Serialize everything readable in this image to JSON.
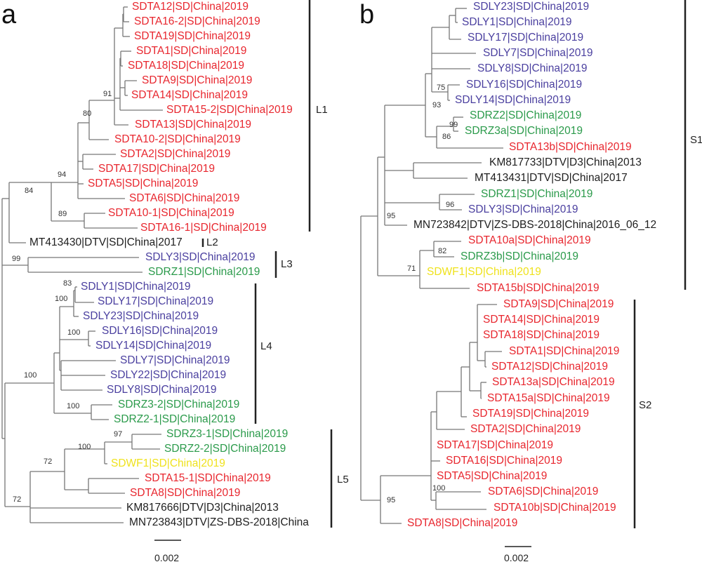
{
  "colors": {
    "SDTA": "#e8262e",
    "SDLY": "#4a3f9f",
    "SDRZ": "#2a9a4a",
    "SDWF": "#efe21c",
    "ref": "#1e1e1e"
  },
  "panel_a": {
    "letter": "a",
    "leaves": [
      {
        "label": "SDTA12|SD|China|2019",
        "group": "SDTA"
      },
      {
        "label": "SDTA16-2|SD|China|2019",
        "group": "SDTA"
      },
      {
        "label": "SDTA19|SD|China|2019",
        "group": "SDTA"
      },
      {
        "label": "SDTA1|SD|China|2019",
        "group": "SDTA"
      },
      {
        "label": "SDTA18|SD|China|2019",
        "group": "SDTA"
      },
      {
        "label": "SDTA9|SD|China|2019",
        "group": "SDTA"
      },
      {
        "label": "SDTA14|SD|China|2019",
        "group": "SDTA"
      },
      {
        "label": "SDTA15-2|SD|China|2019",
        "group": "SDTA"
      },
      {
        "label": "SDTA13|SD|China|2019",
        "group": "SDTA"
      },
      {
        "label": "SDTA10-2|SD|China|2019",
        "group": "SDTA"
      },
      {
        "label": "SDTA2|SD|China|2019",
        "group": "SDTA"
      },
      {
        "label": "SDTA17|SD|China|2019",
        "group": "SDTA"
      },
      {
        "label": "SDTA5|SD|China|2019",
        "group": "SDTA"
      },
      {
        "label": "SDTA6|SD|China|2019",
        "group": "SDTA"
      },
      {
        "label": "SDTA10-1|SD|China|2019",
        "group": "SDTA"
      },
      {
        "label": "SDTA16-1|SD|China|2019",
        "group": "SDTA"
      },
      {
        "label": "MT413430|DTV|SD|China|2017",
        "group": "ref"
      },
      {
        "label": "SDLY3|SD|China|2019",
        "group": "SDLY"
      },
      {
        "label": "SDRZ1|SD|China|2019",
        "group": "SDRZ"
      },
      {
        "label": "SDLY1|SD|China|2019",
        "group": "SDLY"
      },
      {
        "label": "SDLY17|SD|China|2019",
        "group": "SDLY"
      },
      {
        "label": "SDLY23|SD|China|2019",
        "group": "SDLY"
      },
      {
        "label": "SDLY16|SD|China|2019",
        "group": "SDLY"
      },
      {
        "label": "SDLY14|SD|China|2019",
        "group": "SDLY"
      },
      {
        "label": "SDLY7|SD|China|2019",
        "group": "SDLY"
      },
      {
        "label": "SDLY22|SD|China|2019",
        "group": "SDLY"
      },
      {
        "label": "SDLY8|SD|China|2019",
        "group": "SDLY"
      },
      {
        "label": "SDRZ3-2|SD|China|2019",
        "group": "SDRZ"
      },
      {
        "label": "SDRZ2-1|SD|China|2019",
        "group": "SDRZ"
      },
      {
        "label": "SDRZ3-1|SD|China|2019",
        "group": "SDRZ"
      },
      {
        "label": "SDRZ2-2|SD|China|2019",
        "group": "SDRZ"
      },
      {
        "label": "SDWF1|SD|China|2019",
        "group": "SDWF"
      },
      {
        "label": "SDTA15-1|SD|China|2019",
        "group": "SDTA"
      },
      {
        "label": "SDTA8|SD|China|2019",
        "group": "SDTA"
      },
      {
        "label": "KM817666|DTV|D3|China|2013",
        "group": "ref"
      },
      {
        "label": "MN723843|DTV|ZS-DBS-2018|China",
        "group": "ref"
      }
    ],
    "bootstrap": [
      "91",
      "80",
      "94",
      "84",
      "89",
      "99",
      "83",
      "100",
      "100",
      "100",
      "100",
      "97",
      "100",
      "72",
      "72"
    ],
    "clades": [
      "L1",
      "L2",
      "L3",
      "L4",
      "L5"
    ],
    "scale": "0.002"
  },
  "panel_b": {
    "letter": "b",
    "leaves": [
      {
        "label": "SDLY23|SD|China|2019",
        "group": "SDLY"
      },
      {
        "label": "SDLY1|SD|China|2019",
        "group": "SDLY"
      },
      {
        "label": "SDLY17|SD|China|2019",
        "group": "SDLY"
      },
      {
        "label": "SDLY7|SD|China|2019",
        "group": "SDLY"
      },
      {
        "label": "SDLY8|SD|China|2019",
        "group": "SDLY"
      },
      {
        "label": "SDLY16|SD|China|2019",
        "group": "SDLY"
      },
      {
        "label": "SDLY14|SD|China|2019",
        "group": "SDLY"
      },
      {
        "label": "SDRZ2|SD|China|2019",
        "group": "SDRZ"
      },
      {
        "label": "SDRZ3a|SD|China|2019",
        "group": "SDRZ"
      },
      {
        "label": "SDTA13b|SD|China|2019",
        "group": "SDTA"
      },
      {
        "label": "KM817733|DTV|D3|China|2013",
        "group": "ref"
      },
      {
        "label": "MT413431|DTV|SD|China|2017",
        "group": "ref"
      },
      {
        "label": "SDRZ1|SD|China|2019",
        "group": "SDRZ"
      },
      {
        "label": "SDLY3|SD|China|2019",
        "group": "SDLY"
      },
      {
        "label": "MN723842|DTV|ZS-DBS-2018|China|2016_06_12",
        "group": "ref"
      },
      {
        "label": "SDTA10a|SD|China|2019",
        "group": "SDTA"
      },
      {
        "label": "SDRZ3b|SD|China|2019",
        "group": "SDRZ"
      },
      {
        "label": "SDWF1|SD|China|2019",
        "group": "SDWF"
      },
      {
        "label": "SDTA15b|SD|China|2019",
        "group": "SDTA"
      },
      {
        "label": "SDTA9|SD|China|2019",
        "group": "SDTA"
      },
      {
        "label": "SDTA14|SD|China|2019",
        "group": "SDTA"
      },
      {
        "label": "SDTA18|SD|China|2019",
        "group": "SDTA"
      },
      {
        "label": "SDTA1|SD|China|2019",
        "group": "SDTA"
      },
      {
        "label": "SDTA12|SD|China|2019",
        "group": "SDTA"
      },
      {
        "label": "SDTA13a|SD|China|2019",
        "group": "SDTA"
      },
      {
        "label": "SDTA15a|SD|China|2019",
        "group": "SDTA"
      },
      {
        "label": "SDTA19|SD|China|2019",
        "group": "SDTA"
      },
      {
        "label": "SDTA2|SD|China|2019",
        "group": "SDTA"
      },
      {
        "label": "SDTA17|SD|China|2019",
        "group": "SDTA"
      },
      {
        "label": "SDTA16|SD|China|2019",
        "group": "SDTA"
      },
      {
        "label": "SDTA5|SD|China|2019",
        "group": "SDTA"
      },
      {
        "label": "SDTA6|SD|China|2019",
        "group": "SDTA"
      },
      {
        "label": "SDTA10b|SD|China|2019",
        "group": "SDTA"
      },
      {
        "label": "SDTA8|SD|China|2019",
        "group": "SDTA"
      }
    ],
    "bootstrap": [
      "75",
      "93",
      "99",
      "86",
      "96",
      "95",
      "82",
      "71",
      "100",
      "95"
    ],
    "clades": [
      "S1",
      "S2"
    ],
    "scale": "0.002"
  }
}
